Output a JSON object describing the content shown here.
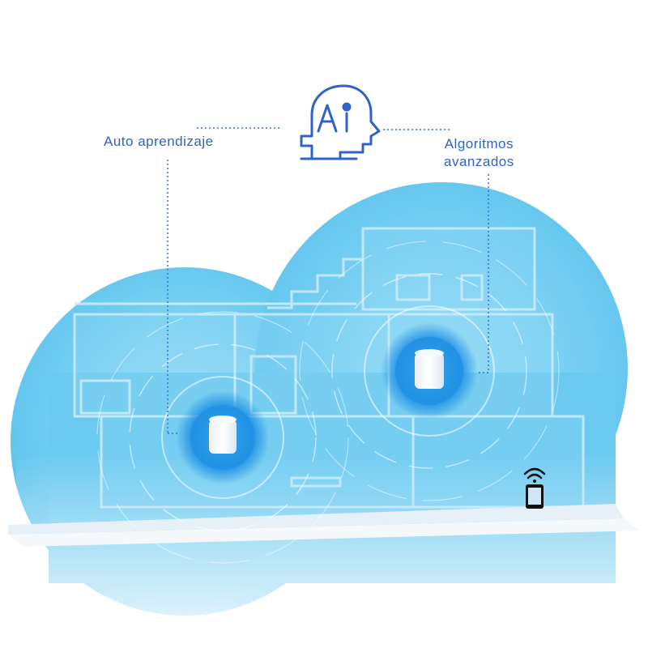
{
  "labels": {
    "left": "Auto aprendizaje",
    "right_line1": "Algoritmos",
    "right_line2": "avanzados"
  },
  "icons": {
    "center": "ai-head-icon",
    "device": "smartphone-wifi-icon",
    "router": "mesh-router-icon"
  },
  "colors": {
    "accent": "#2f63c9",
    "cloud": "#7fd0f2",
    "cloud_light": "#d6f1fc",
    "router_glow": "#1a8fe0"
  }
}
